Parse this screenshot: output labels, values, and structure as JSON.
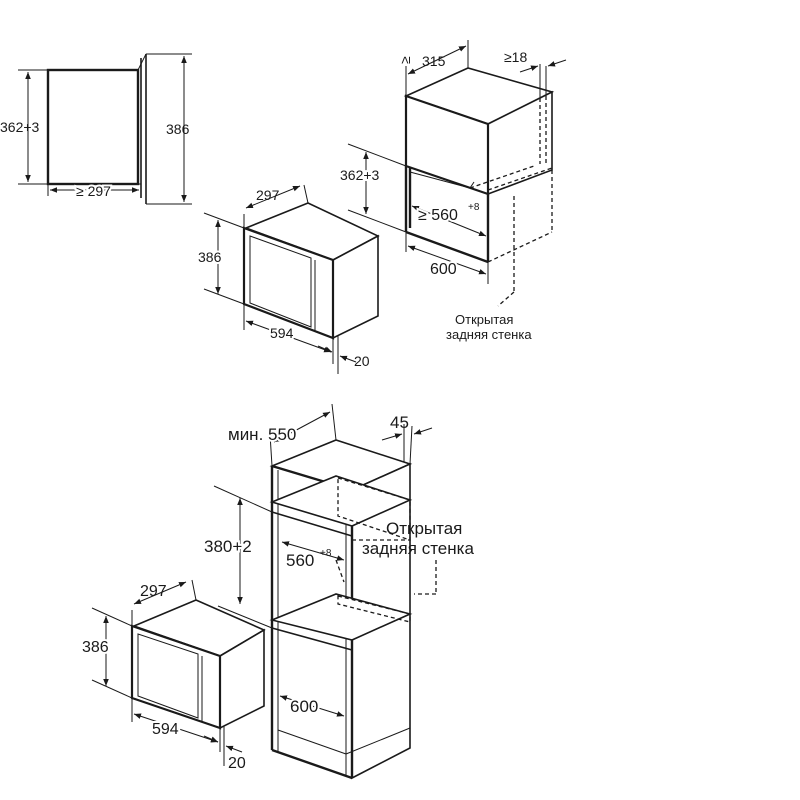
{
  "top": {
    "side_view": {
      "height_label": "362+3",
      "total_height_label": "386",
      "depth_label": "≥ 297"
    },
    "oven": {
      "depth_label": "297",
      "height_label": "386",
      "width_label": "594",
      "frame_label": "20"
    },
    "cabinet": {
      "min_prefix": "≥",
      "depth_label": "315",
      "side_label": "≥18",
      "height_label": "362+3",
      "niche_width_label": "≥ 560",
      "niche_width_tolerance": "+8",
      "width_label": "600",
      "note_line1": "Открытая",
      "note_line2": "задняя стенка"
    }
  },
  "bottom": {
    "column": {
      "depth_label": "мин. 550",
      "offset_label": "45",
      "height_label": "380+2",
      "niche_width_label": "560",
      "niche_width_tolerance": "+8",
      "width_label": "600",
      "note_line1": "Открытая",
      "note_line2": "задняя стенка"
    },
    "oven": {
      "depth_label": "297",
      "height_label": "386",
      "width_label": "594",
      "frame_label": "20"
    }
  }
}
